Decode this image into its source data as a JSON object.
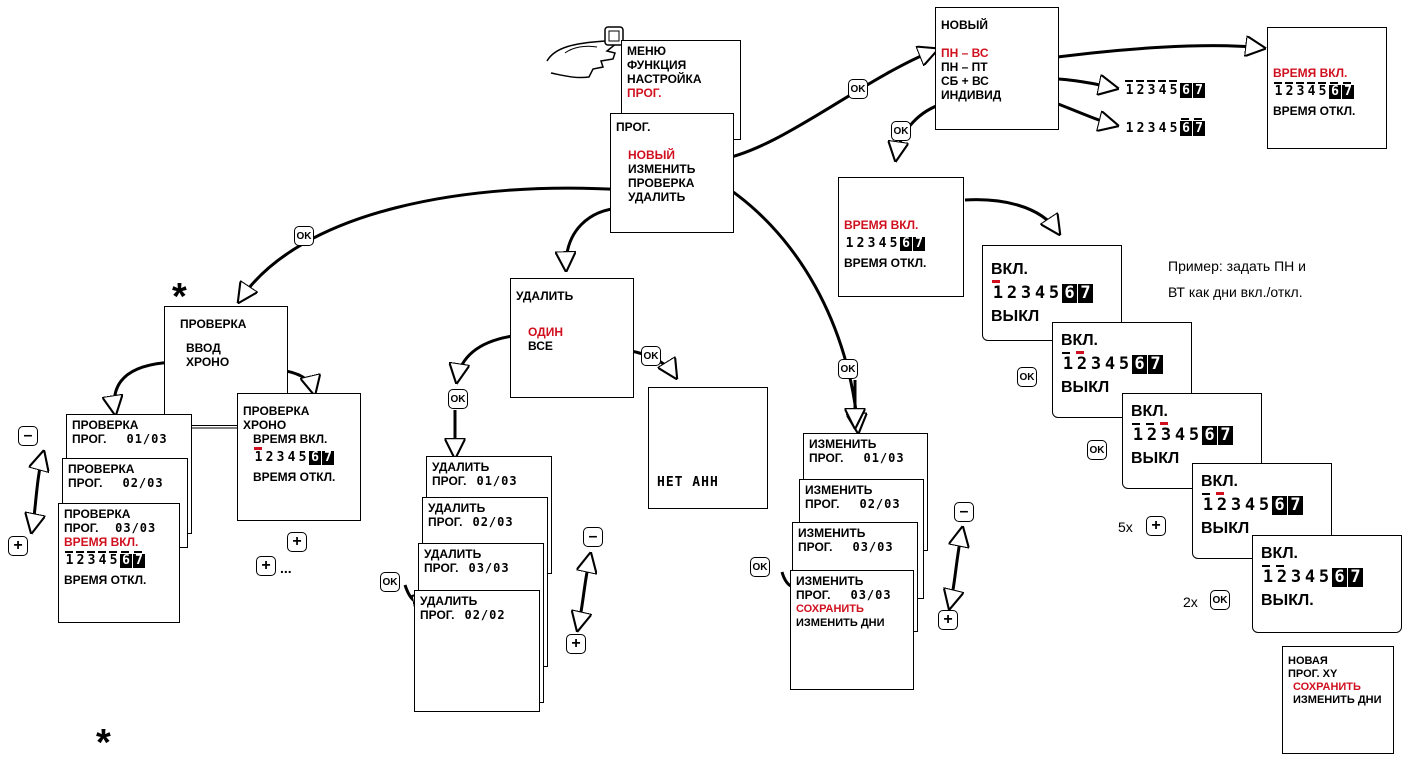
{
  "menu": {
    "items": [
      "МЕНЮ",
      "ФУНКЦИЯ",
      "НАСТРОЙКА"
    ],
    "prog": "ПРОГ."
  },
  "prog": {
    "title": "ПРОГ.",
    "new": "НОВЫЙ",
    "edit": "ИЗМЕНИТЬ",
    "check": "ПРОВЕРКА",
    "delete": "УДАЛИТЬ"
  },
  "new_menu": {
    "title": "НОВЫЙ",
    "opt1": "ПН – ВС",
    "opt2": "ПН – ПТ",
    "opt3": "СБ + ВС",
    "opt4": "ИНДИВИД"
  },
  "times": {
    "on": "ВРЕМЯ ВКЛ.",
    "off": "ВРЕМЯ ОТКЛ."
  },
  "days_digits": [
    "1",
    "2",
    "3",
    "4",
    "5",
    "6",
    "7"
  ],
  "check": {
    "title": "ПРОВЕРКА",
    "entry": "ВВОД",
    "chrono": "ХРОНО",
    "prog_label": "ПРОГ.",
    "counters": [
      "01/03",
      "02/03",
      "03/03"
    ]
  },
  "delete": {
    "title": "УДАЛИТЬ",
    "one": "ОДИН",
    "all": "ВСЕ",
    "prog_label": "ПРОГ.",
    "counters": [
      "01/03",
      "02/03",
      "03/03",
      "02/02"
    ],
    "none": "НЕТ АНН"
  },
  "edit": {
    "title": "ИЗМЕНИТЬ",
    "prog_label": "ПРОГ.",
    "counters": [
      "01/03",
      "02/03",
      "03/03",
      "03/03"
    ],
    "save": "СОХРАНИТЬ",
    "edit_days": "ИЗМЕНИТЬ ДНИ"
  },
  "individ": {
    "on": "ВКЛ.",
    "off": "ВЫКЛ",
    "off_last": "ВЫКЛ."
  },
  "new_prog": {
    "title": "НОВАЯ",
    "name": "ПРОГ. XY",
    "save": "СОХРАНИТЬ",
    "edit_days": "ИЗМЕНИТЬ ДНИ"
  },
  "example_text": [
    "Пример: задать ПН и",
    "ВТ как дни вкл./откл."
  ],
  "buttons": {
    "ok": "OK",
    "plus": "+",
    "minus": "–",
    "ellipsis": "...",
    "times5": "5x",
    "times2": "2x"
  },
  "star": "*"
}
